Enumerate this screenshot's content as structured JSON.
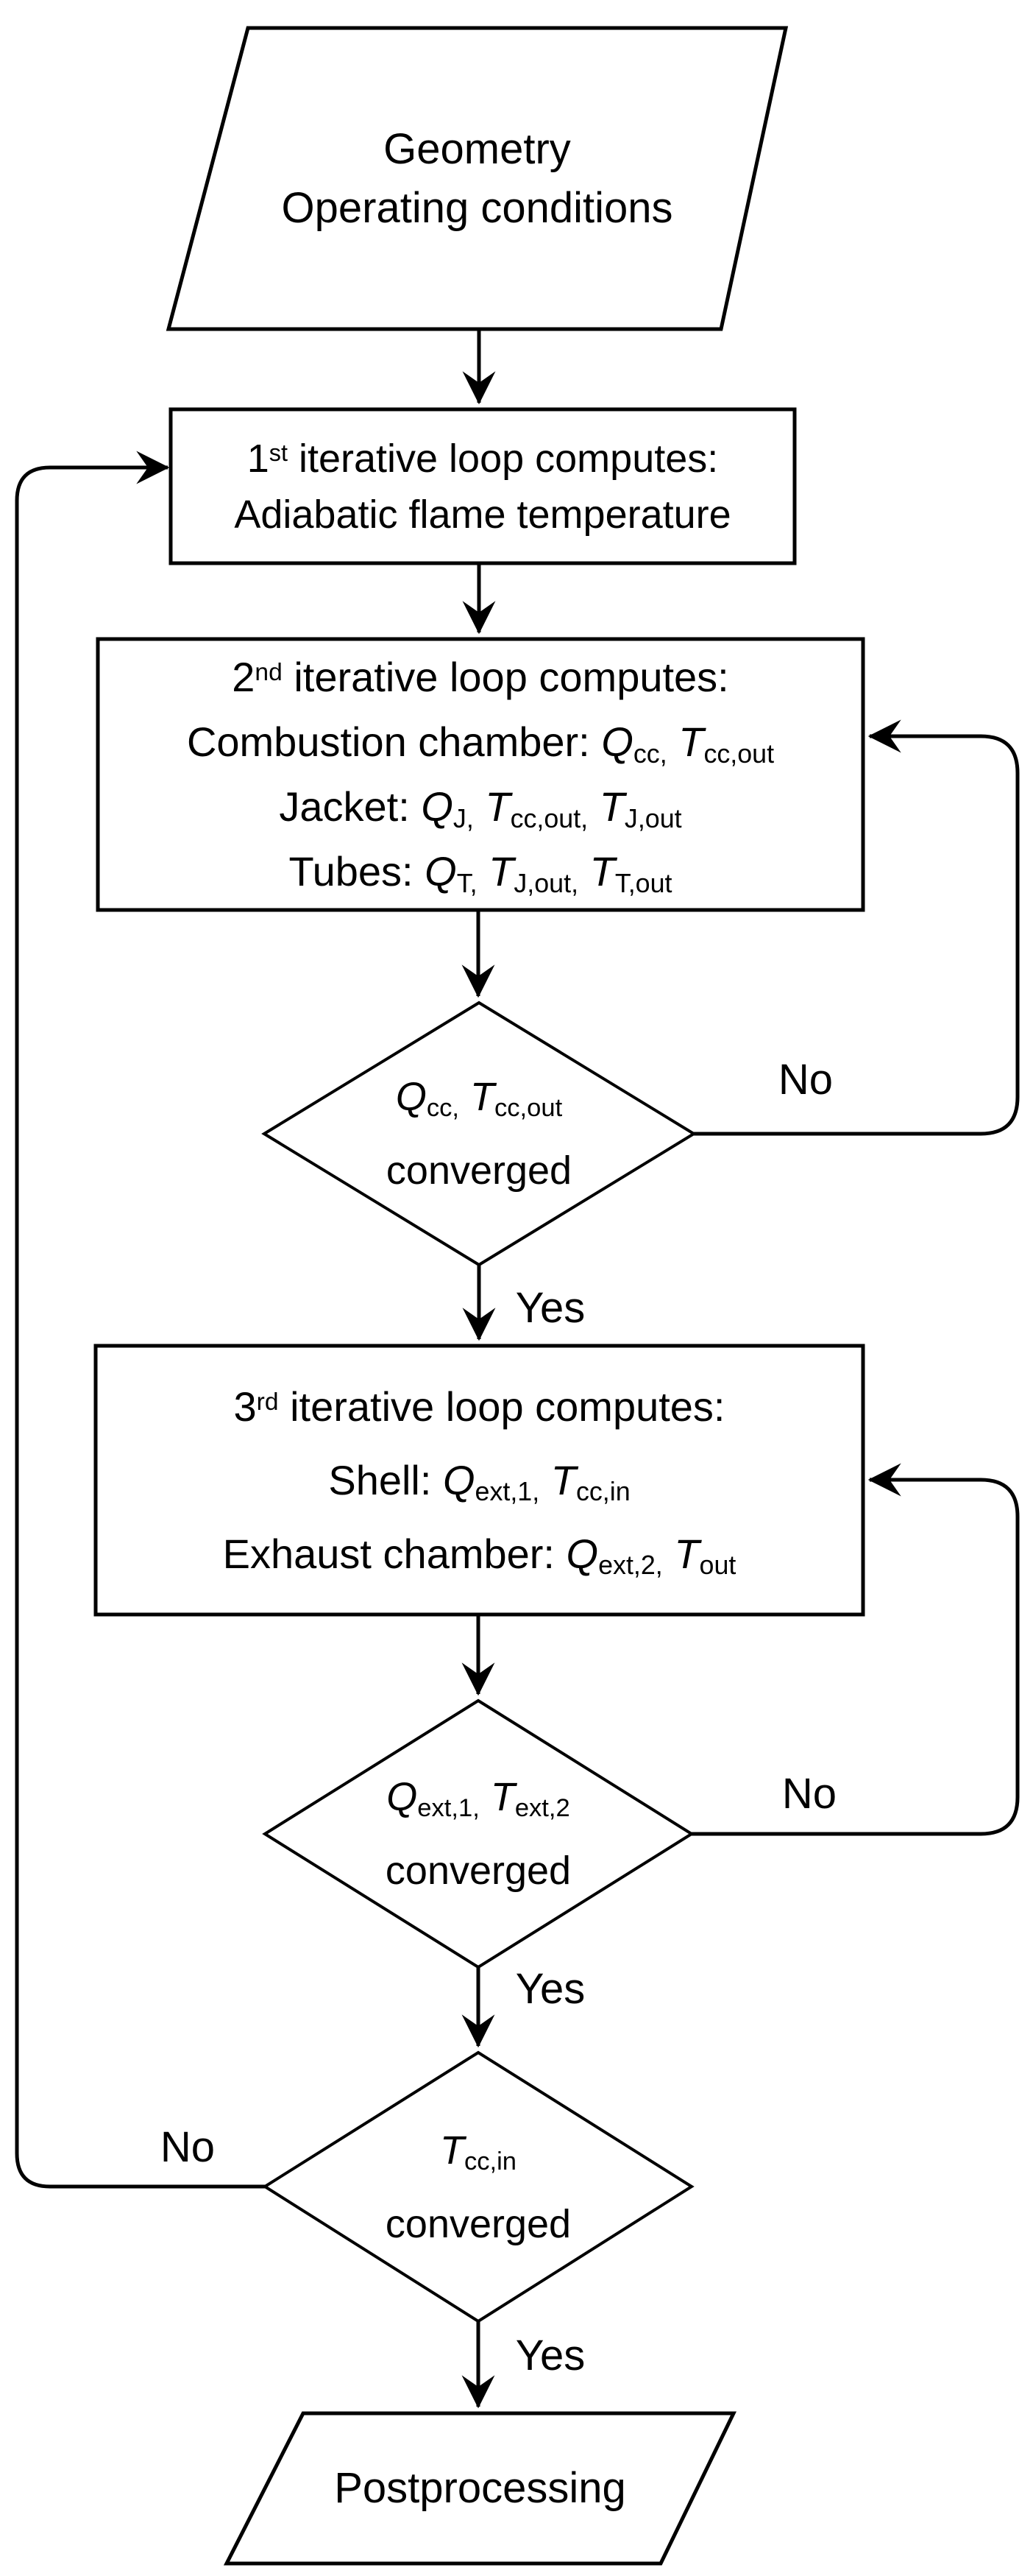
{
  "page": {
    "background": "#ffffff",
    "ink": "#000000"
  },
  "flowchart": {
    "nodes": [
      {
        "id": "input",
        "shape": "parallelogram",
        "lines": [
          "Geometry",
          "Operating conditions"
        ]
      },
      {
        "id": "loop1",
        "shape": "rect",
        "lines": [
          "1^{st} iterative loop computes:",
          "Adiabatic flame temperature"
        ]
      },
      {
        "id": "loop2",
        "shape": "rect",
        "lines": [
          "2^{nd} iterative loop computes:",
          "Combustion chamber: *Q*_{cc,} *T*_{cc,out}",
          "Jacket: *Q*_{J,} *T*_{cc,out,} *T*_{J,out}",
          "Tubes: *Q*_{T,} *T*_{J,out,} *T*_{T,out}"
        ]
      },
      {
        "id": "decision1",
        "shape": "diamond",
        "lines": [
          "*Q*_{cc,} *T*_{cc,out}",
          "converged"
        ]
      },
      {
        "id": "loop3",
        "shape": "rect",
        "lines": [
          "3^{rd} iterative loop computes:",
          "Shell: *Q*_{ext,1,} *T*_{cc,in}",
          "Exhaust chamber: *Q*_{ext,2,} *T*_{out}"
        ]
      },
      {
        "id": "decision2",
        "shape": "diamond",
        "lines": [
          "*Q*_{ext,1,} *T*_{ext,2}",
          "converged"
        ]
      },
      {
        "id": "decision3",
        "shape": "diamond",
        "lines": [
          "*T*_{cc,in}",
          "converged"
        ]
      },
      {
        "id": "output",
        "shape": "parallelogram",
        "lines": [
          "Postprocessing"
        ]
      }
    ],
    "labels": {
      "yes1": "Yes",
      "yes2": "Yes",
      "yes3": "Yes",
      "no1": "No",
      "no2": "No",
      "no3": "No"
    }
  }
}
